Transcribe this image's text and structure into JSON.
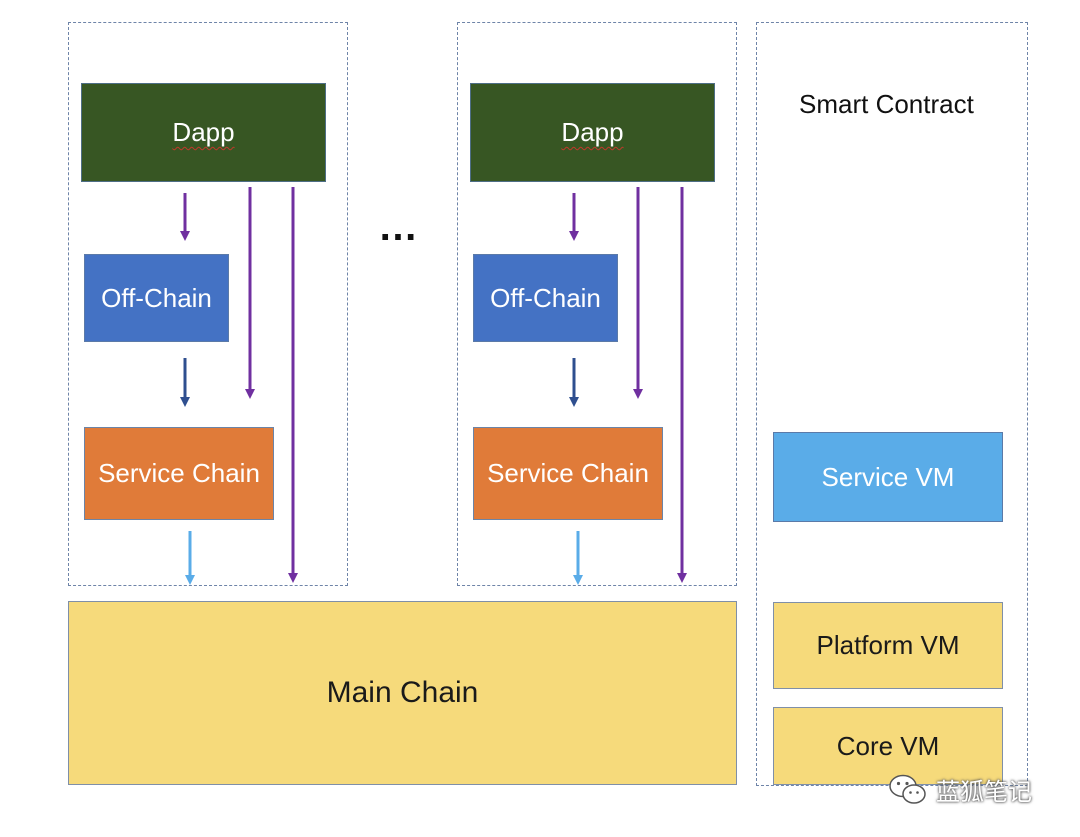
{
  "left_column": {
    "dapp": "Dapp",
    "off_chain": "Off-Chain",
    "service_chain": "Service Chain"
  },
  "ellipsis": "…",
  "middle_column": {
    "dapp": "Dapp",
    "off_chain": "Off-Chain",
    "service_chain": "Service Chain"
  },
  "main_chain": "Main Chain",
  "smart_contract": {
    "title": "Smart Contract",
    "service_vm": "Service VM",
    "platform_vm": "Platform VM",
    "core_vm": "Core VM"
  },
  "watermark": {
    "icon": "wechat-icon",
    "text": "蓝狐笔记"
  },
  "colors": {
    "dapp": "#375623",
    "off_chain": "#4472c4",
    "service_chain": "#e07b39",
    "service_vm": "#5aace8",
    "yellow": "#f6da7b",
    "arrow_purple": "#7030a0",
    "arrow_navy": "#2f4f8f",
    "arrow_light_blue": "#5aace8"
  }
}
